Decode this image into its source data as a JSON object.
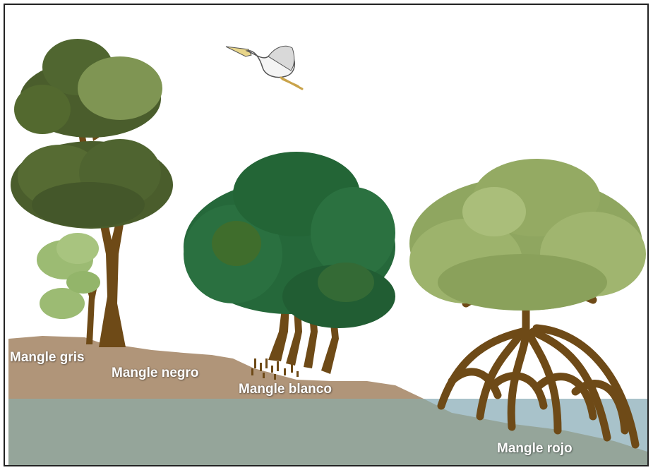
{
  "labels": {
    "gris": "Mangle gris",
    "negro": "Mangle negro",
    "blanco": "Mangle blanco",
    "rojo": "Mangle rojo"
  },
  "colors": {
    "soil": "#b09579",
    "water_slope": "#95a59a",
    "sea": "#a8c2ca",
    "trunk": "#6e4a17",
    "canopy_dark": "#3f5a26",
    "canopy_green": "#2b6a2b",
    "canopy_light": "#a3b86a"
  }
}
